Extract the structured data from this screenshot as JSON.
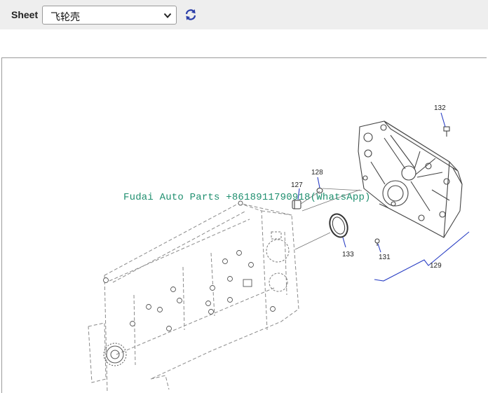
{
  "toolbar": {
    "sheet_label": "Sheet",
    "sheet_value": "飞轮壳",
    "refresh_icon": "refresh-icon"
  },
  "diagram": {
    "callouts": {
      "p127": "127",
      "p128": "128",
      "p129": "129",
      "p131": "131",
      "p132": "132",
      "p133": "133"
    },
    "watermark": "Fudai Auto Parts +8618911790918(WhatsApp)"
  },
  "colors": {
    "toolbar_bg": "#eeeeee",
    "leader_line": "#2a3fc4",
    "watermark": "#1f8f6f"
  }
}
